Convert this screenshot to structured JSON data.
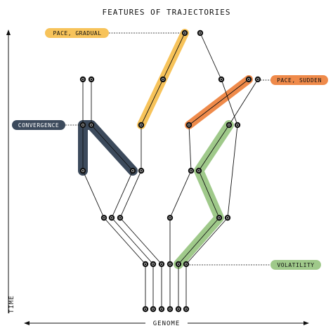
{
  "title": "FEATURES OF TRAJECTORIES",
  "axes": {
    "x_label": "GENOME",
    "y_label": "TIME"
  },
  "labels": {
    "pace_gradual": "PACE, GRADUAL",
    "pace_sudden": "PACE, SUDDEN",
    "convergence": "CONVERGENCE",
    "volatility": "VOLATILITY"
  },
  "colors": {
    "pace_gradual": "#f7c35a",
    "pace_sudden": "#ef8a4a",
    "convergence": "#3c4a5c",
    "volatility": "#9fc98a",
    "line": "#111111",
    "node": "#111111"
  }
}
